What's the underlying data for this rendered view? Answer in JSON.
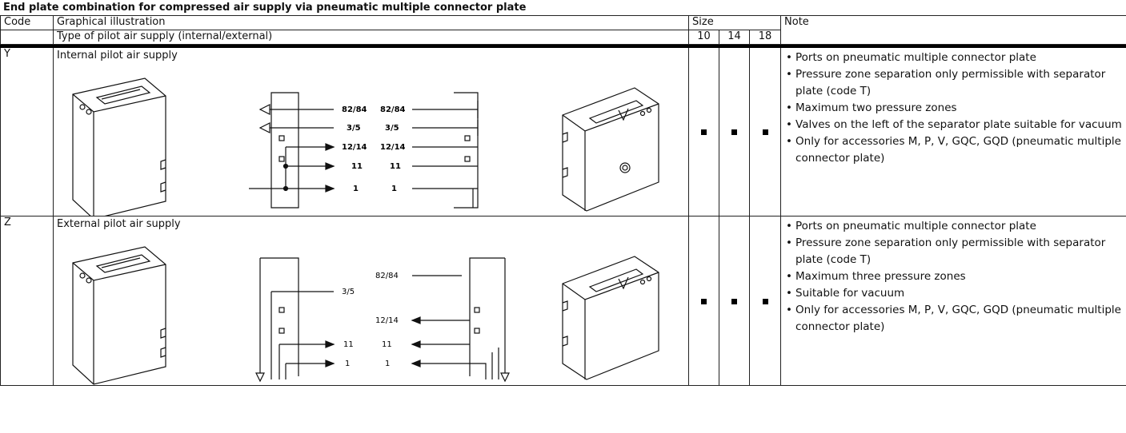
{
  "title": "End plate combination for compressed air supply via pneumatic multiple connector plate",
  "header": {
    "code": "Code",
    "illustration": "Graphical illustration",
    "pilot_type": "Type of pilot air supply (internal/external)",
    "size": "Size",
    "size_10": "10",
    "size_14": "14",
    "size_18": "18",
    "note": "Note"
  },
  "rows": [
    {
      "code": "Y",
      "label": "Internal pilot air supply",
      "left_ports": [
        "82/84",
        "3/5",
        "12/14",
        "11",
        "1"
      ],
      "right_ports": [
        "82/84",
        "3/5",
        "12/14",
        "11",
        "1"
      ],
      "sizes": [
        "■",
        "■",
        "■"
      ],
      "notes": [
        "Ports on pneumatic multiple connector plate",
        "Pressure zone separation only permissible with separator plate (code T)",
        "Maximum two pressure zones",
        "Valves on the left of the separator plate suitable for vacuum",
        "Only for accessories M, P, V, GQC, GQD (pneumatic multiple connector plate)"
      ]
    },
    {
      "code": "Z",
      "label": "External pilot air supply",
      "left_ports": [
        "3/5",
        "11",
        "1"
      ],
      "right_ports": [
        "82/84",
        "12/14",
        "11",
        "1"
      ],
      "sizes": [
        "■",
        "■",
        "■"
      ],
      "notes": [
        "Ports on pneumatic multiple connector plate",
        "Pressure zone separation only permissible with separator plate (code T)",
        "Maximum three pressure zones",
        "Suitable for vacuum",
        "Only for accessories M, P, V, GQC, GQD (pneumatic multiple connector plate)"
      ]
    }
  ]
}
